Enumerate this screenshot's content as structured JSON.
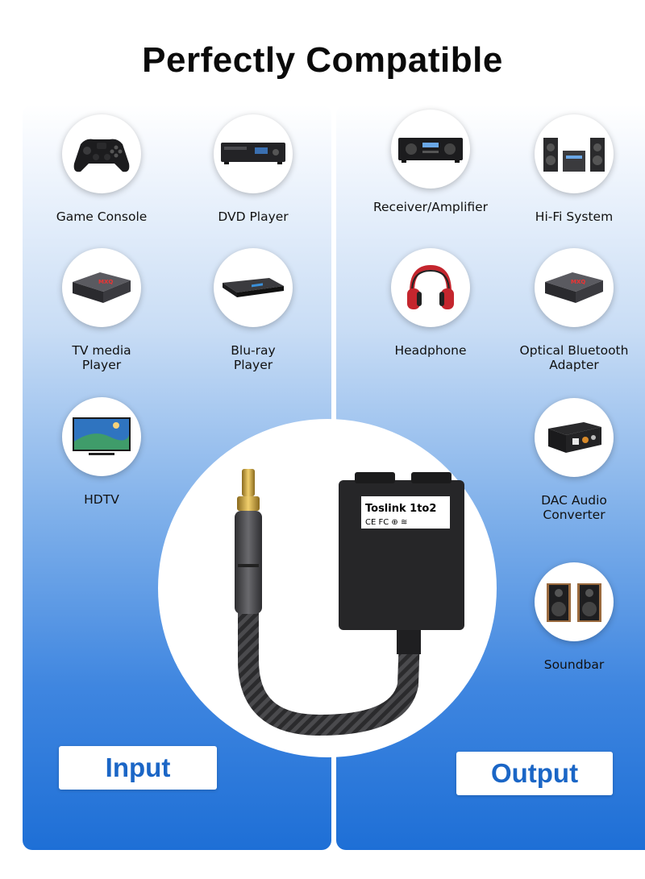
{
  "title": "Perfectly Compatible",
  "devices": {
    "game_console": "Game Console",
    "dvd_player": "DVD Player",
    "tv_media_player": "TV media\nPlayer",
    "bluray_player": "Blu-ray\nPlayer",
    "hdtv": "HDTV",
    "receiver_amplifier": "Receiver/Amplifier",
    "hifi_system": "Hi-Fi System",
    "headphone": "Headphone",
    "optical_bluetooth_adapter": "Optical Bluetooth\nAdapter",
    "dac_audio_converter": "DAC Audio\nConverter",
    "soundbar": "Soundbar"
  },
  "product": {
    "label": "Toslink 1to2",
    "marks": "CE  FC  ⊕  ≋"
  },
  "buttons": {
    "input": "Input",
    "output": "Output"
  },
  "colors": {
    "accent": "#1b66c6",
    "panel_bottom": "#1e6fd6",
    "headphone_red": "#c4262e"
  }
}
